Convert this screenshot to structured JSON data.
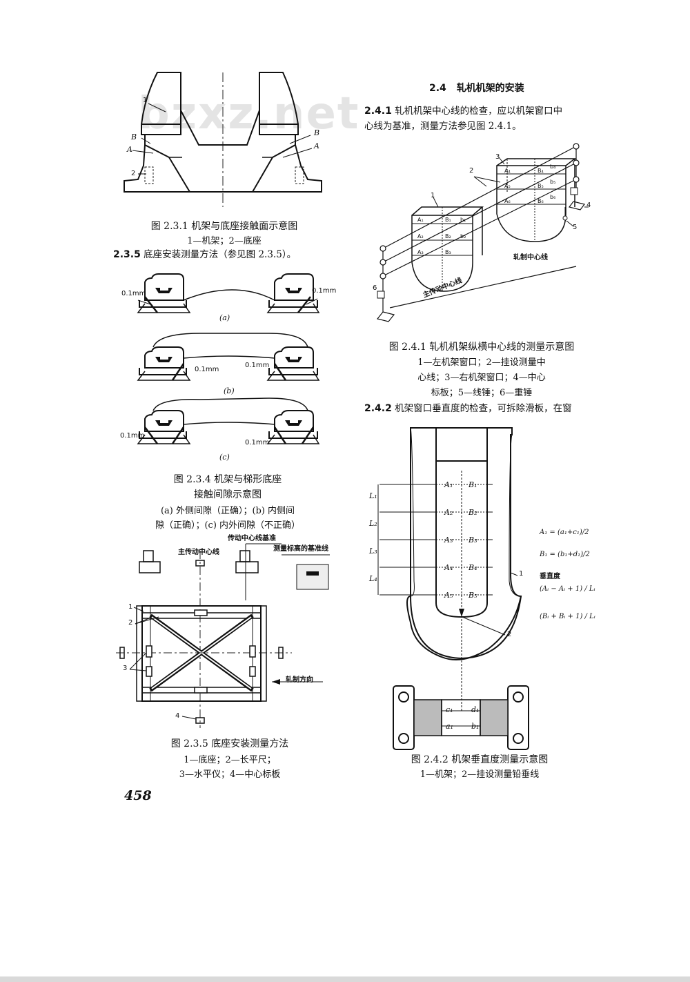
{
  "watermark": "bzxz.net",
  "page_number": "458",
  "left_col": {
    "fig231": {
      "caption": "图 2.3.1   机架与底座接触面示意图",
      "legend": "1—机架；2—底座",
      "labels": {
        "n1": "1",
        "n2": "2",
        "B": "B",
        "A": "A"
      }
    },
    "sec235": {
      "num": "2.3.5",
      "text": "底座安装测量方法（参见图 2.3.5）。"
    },
    "fig234": {
      "gap_label": "0.1mm",
      "sub_a": "(a)",
      "sub_b": "(b)",
      "sub_c": "(c)",
      "caption_line1": "图 2.3.4   机架与梯形底座",
      "caption_line2": "接触间隙示意图",
      "legend_line1": "(a) 外侧间隙（正确）；(b) 内侧间",
      "legend_line2": "隙（正确）；(c) 内外间隙（不正确）"
    },
    "fig235": {
      "label_drive_base": "传动中心线基准",
      "label_main_drive": "主传动中心线",
      "label_level_base": "测量标高的基准线",
      "label_rolling_dir": "轧制方向",
      "n1": "1",
      "n2": "2",
      "n3": "3",
      "n4": "4",
      "caption": "图 2.3.5   底座安装测量方法",
      "legend_line1": "1—底座；2—长平尺；",
      "legend_line2": "3—水平仪；4—中心标板"
    }
  },
  "right_col": {
    "sec24": {
      "num": "2.4",
      "title": "轧机机架的安装"
    },
    "sec241": {
      "num": "2.4.1",
      "line1": "轧机机架中心线的检查，应以机架窗口中",
      "line2": "心线为基准，测量方法参见图 2.4.1。"
    },
    "fig241": {
      "label_rolling_center": "轧制中心线",
      "label_main_drive": "主传动中心线",
      "n1": "1",
      "n2": "2",
      "n3": "3",
      "n4": "4",
      "n5": "5",
      "n6": "6",
      "caption": "图 2.4.1   轧机机架纵横中心线的测量示意图",
      "legend_line1": "1—左机架窗口；2—挂设测量中",
      "legend_line2": "心线；3—右机架窗口；4—中心",
      "legend_line3": "标板；5—线锤；6—重锤"
    },
    "sec242": {
      "num": "2.4.2",
      "text": "机架窗口垂直度的检查，可拆除滑板，在窗"
    },
    "fig242": {
      "a_labels": [
        "A₁",
        "A₂",
        "A₃",
        "A₄",
        "A₅"
      ],
      "b_labels": [
        "B₁",
        "B₂",
        "B₃",
        "B₄",
        "B₅"
      ],
      "l_labels": [
        "L₁",
        "L₂",
        "L₃",
        "L₄"
      ],
      "formula_a": "A₁ = (a₁+c₁)/2",
      "formula_b": "B₁ = (b₁+d₁)/2",
      "label_verticality": "垂直度",
      "formula_v1": "(Aᵢ − Aᵢ + 1) / Lᵢ",
      "formula_v2": "(Bᵢ + Bᵢ + 1) / Lᵢ",
      "n1": "1",
      "n2": "2",
      "c1": "c₁",
      "d1": "d₁",
      "a1": "a₁",
      "b1": "b₁",
      "caption": "图 2.4.2   机架垂直度测量示意图",
      "legend": "1—机架；2—挂设测量铅垂线"
    }
  }
}
